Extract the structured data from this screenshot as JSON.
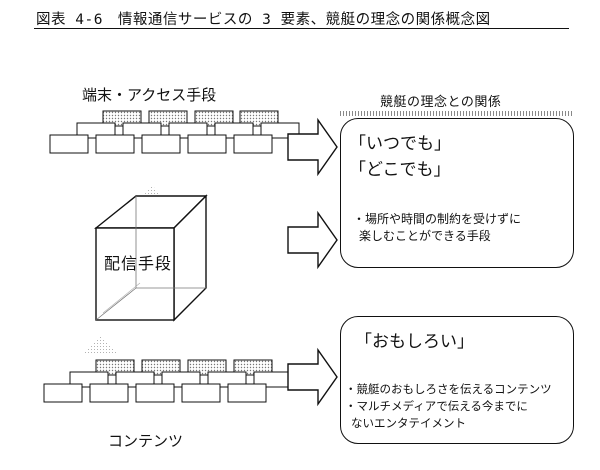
{
  "figure_title": "図表 4-6　情報通信サービスの 3 要素、競艇の理念の関係概念図",
  "stages": {
    "access": "端末・アクセス手段",
    "delivery": "配信手段",
    "content": "コンテンツ"
  },
  "relation_header": "競艇の理念との関係",
  "panel_top": {
    "headline_1": "「いつでも」",
    "headline_2": "「どこでも」",
    "desc_1": "・場所や時間の制約を受けずに",
    "desc_2": "楽しむことができる手段"
  },
  "panel_bottom": {
    "headline": "「おもしろい」",
    "desc_1": "・競艇のおもしろさを伝えるコンテンツ",
    "desc_2": "・マルチメディアで伝える今までに",
    "desc_3": "ないエンタテイメント"
  }
}
